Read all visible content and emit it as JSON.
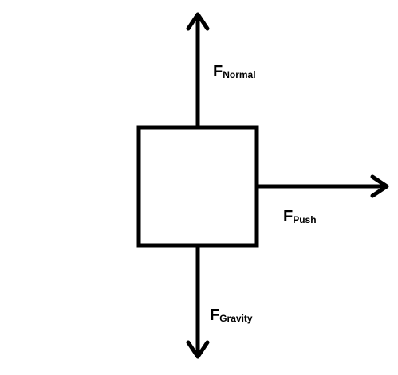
{
  "diagram": {
    "forces": [
      {
        "id": "normal",
        "symbol": "F",
        "subscript": "Normal"
      },
      {
        "id": "push",
        "symbol": "F",
        "subscript": "Push"
      },
      {
        "id": "gravity",
        "symbol": "F",
        "subscript": "Gravity"
      }
    ],
    "colors": {
      "stroke": "#000000",
      "background": "#ffffff"
    }
  }
}
